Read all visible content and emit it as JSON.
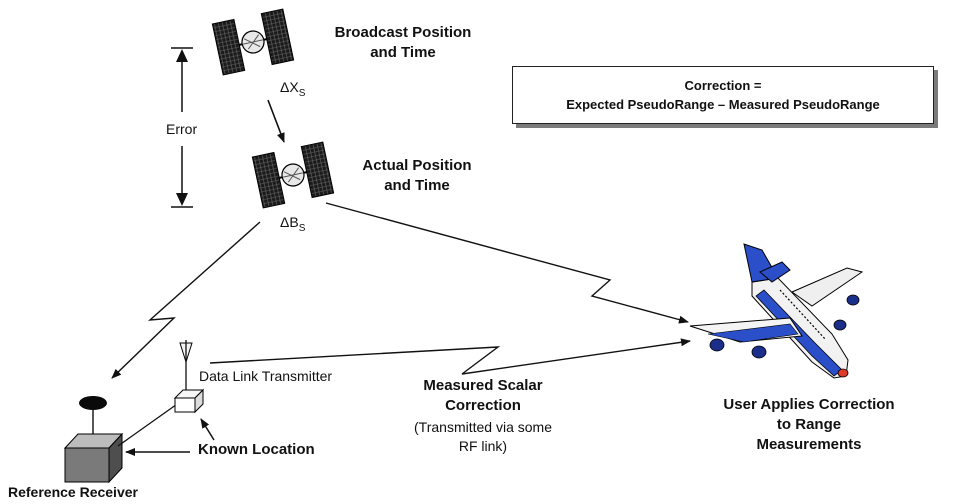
{
  "labels": {
    "broadcast_line1": "Broadcast Position",
    "broadcast_line2": "and Time",
    "delta_x": "ΔX",
    "delta_x_sub": "S",
    "error": "Error",
    "actual_line1": "Actual Position",
    "actual_line2": "and Time",
    "delta_b": "ΔB",
    "delta_b_sub": "S",
    "data_link": "Data Link Transmitter",
    "known_location": "Known Location",
    "reference_receiver": "Reference Receiver",
    "measured_line1": "Measured Scalar",
    "measured_line2": "Correction",
    "transmitted_line1": "(Transmitted via some",
    "transmitted_line2": "RF link)",
    "user_line1": "User Applies Correction",
    "user_line2": "to Range",
    "user_line3": "Measurements"
  },
  "formula": {
    "line1": "Correction =",
    "line2": "Expected PseudoRange – Measured PseudoRange"
  },
  "colors": {
    "airplane_body": "#f2f2f2",
    "airplane_accent": "#2a4fc9",
    "airplane_nose": "#e03a2a",
    "receiver_box": "#7a7a7a",
    "receiver_dish": "#0a0a0a"
  }
}
